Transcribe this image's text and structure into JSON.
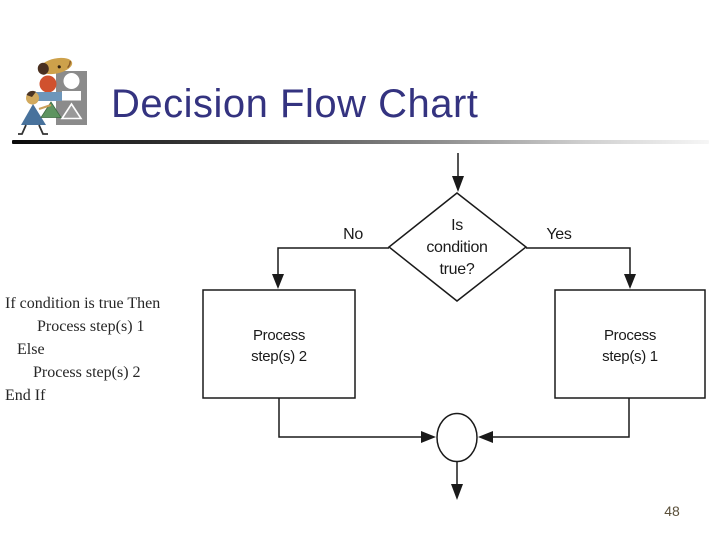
{
  "header": {
    "title": "Decision Flow Chart",
    "title_color": "#343380",
    "logo_icon": "people-building-with-shapes-clipart"
  },
  "pseudocode": {
    "text": "If condition is true Then\n        Process step(s) 1\n   Else\n       Process step(s) 2\nEnd If"
  },
  "flowchart": {
    "decision_label": "Is\ncondition\ntrue?",
    "no_label": "No",
    "yes_label": "Yes",
    "process_left_label": "Process\nstep(s) 2",
    "process_right_label": "Process\nstep(s) 1",
    "line_color": "#1a1a1a",
    "shape_fill": "#ffffff"
  },
  "footer": {
    "page_number": "48"
  }
}
